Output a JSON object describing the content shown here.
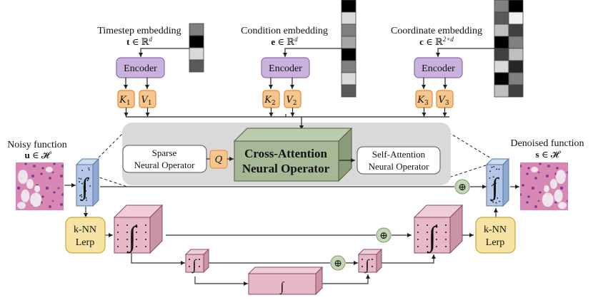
{
  "diagram": {
    "embeddings": [
      {
        "title": "Timestep embedding",
        "symbol_bold": "t",
        "symbol_rest": " ∈ ℝ",
        "sup": "d",
        "cells": [
          [
            "#7f7f7f"
          ],
          [
            "#000000"
          ],
          [
            "#d9d9d9"
          ],
          [
            "#595959"
          ]
        ]
      },
      {
        "title": "Condition embedding",
        "symbol_bold": "e",
        "symbol_rest": " ∈ ℝ",
        "sup": "d",
        "cells": [
          [
            "#000000"
          ],
          [
            "#d9d9d9"
          ],
          [
            "#808080"
          ],
          [
            "#a6a6a6"
          ],
          [
            "#000000"
          ],
          [
            "#808080"
          ],
          [
            "#d9d9d9"
          ],
          [
            "#595959"
          ]
        ]
      },
      {
        "title": "Coordinate embedding",
        "symbol_bold": "c",
        "symbol_rest": " ∈ ℝ",
        "sup": "2×d",
        "cells": [
          [
            "#808080",
            "#000000"
          ],
          [
            "#595959",
            "#f2f2f2"
          ],
          [
            "#bfbfbf",
            "#404040"
          ],
          [
            "#000000",
            "#808080"
          ],
          [
            "#404040",
            "#bfbfbf"
          ],
          [
            "#d9d9d9",
            "#262626"
          ],
          [
            "#000000",
            "#808080"
          ],
          [
            "#bfbfbf",
            "#404040"
          ]
        ]
      }
    ],
    "encoder_label": "Encoder",
    "kv": [
      {
        "k": "K",
        "k_sub": "1",
        "v": "V",
        "v_sub": "1"
      },
      {
        "k": "K",
        "k_sub": "2",
        "v": "V",
        "v_sub": "2"
      },
      {
        "k": "K",
        "k_sub": "3",
        "v": "V",
        "v_sub": "3"
      }
    ],
    "noisy": {
      "title": "Noisy function",
      "symbol_bold": "u",
      "symbol_rest": " ∈ 𝓗"
    },
    "denoised": {
      "title": "Denoised function",
      "symbol_bold": "s",
      "symbol_rest": " ∈ 𝓗"
    },
    "sparse_op": {
      "line1": "Sparse",
      "line2": "Neural Operator"
    },
    "query": "Q",
    "cross_attn": {
      "line1": "Cross-Attention",
      "line2": "Neural Operator"
    },
    "self_attn": {
      "line1": "Self-Attention",
      "line2": "Neural Operator"
    },
    "knn": {
      "line1": "k-NN",
      "line2": "Lerp"
    },
    "integral": "∫",
    "plus": "⊕",
    "colors": {
      "encoder_fill": "#c9b3de",
      "encoder_stroke": "#8e6bb0",
      "kv_fill": "#f7c58e",
      "kv_stroke": "#e08a2e",
      "panel_fill": "#d9d9d9",
      "cross_front": "#a7b896",
      "cross_top": "#bccbad",
      "cross_side": "#8a9c79",
      "cross_stroke": "#4d5c40",
      "blue_front": "#b4c7e7",
      "blue_top": "#cddcf1",
      "blue_side": "#8fa9d1",
      "blue_stroke": "#5777a8",
      "pink_front": "#e6b8c8",
      "pink_top": "#efcdd9",
      "pink_side": "#c995a6",
      "pink_stroke": "#8e4a63",
      "knn_fill": "#f7e3a3",
      "knn_stroke": "#c9a53a",
      "plus_fill": "#c5d6b6",
      "plus_stroke": "#8ba677",
      "tissue_base": "#d77fb0",
      "tissue_dark": "#8a4e9a",
      "tissue_white": "#f3eef3"
    }
  }
}
